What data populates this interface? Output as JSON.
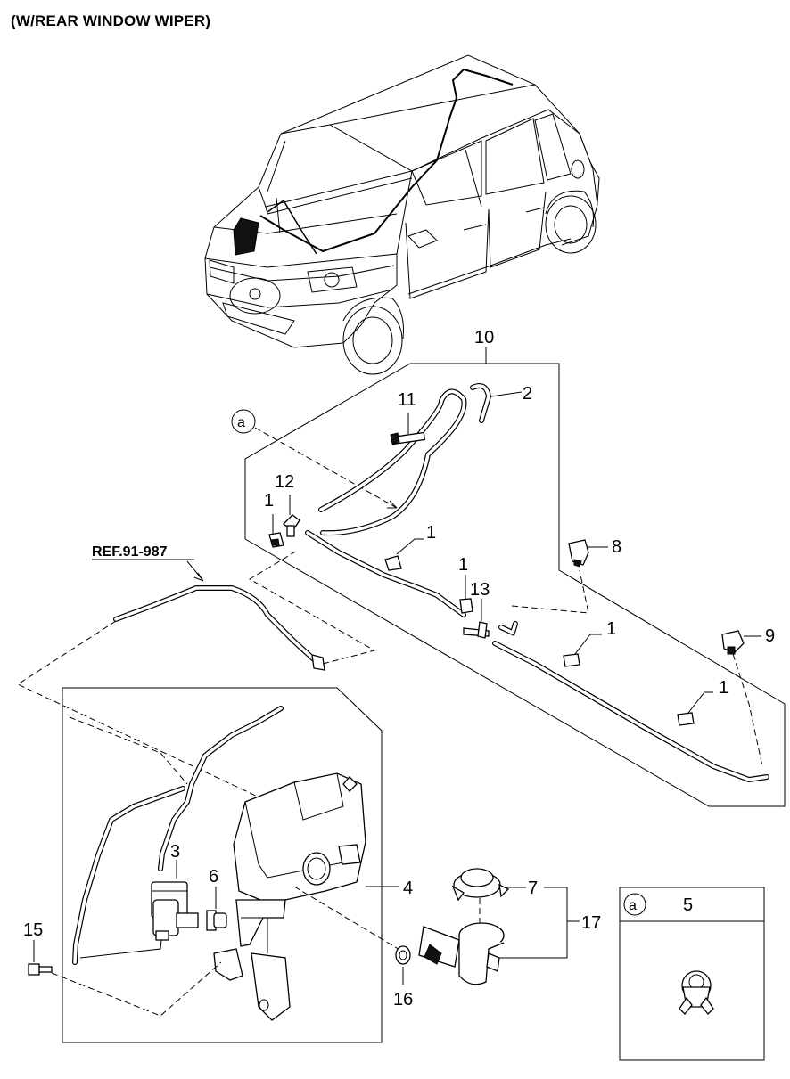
{
  "title": "(W/REAR WINDOW WIPER)",
  "reference": "REF.91-987",
  "callouts": {
    "p1a": "1",
    "p1b": "1",
    "p1c": "1",
    "p1d": "1",
    "p1e": "1",
    "p2": "2",
    "p3": "3",
    "p4": "4",
    "p6": "6",
    "p7": "7",
    "p8": "8",
    "p9": "9",
    "p10": "10",
    "p11": "11",
    "p12": "12",
    "p13": "13",
    "p15": "15",
    "p16": "16",
    "p17": "17"
  },
  "detail_a": {
    "marker": "a",
    "part": "5"
  },
  "marker_a": "a"
}
